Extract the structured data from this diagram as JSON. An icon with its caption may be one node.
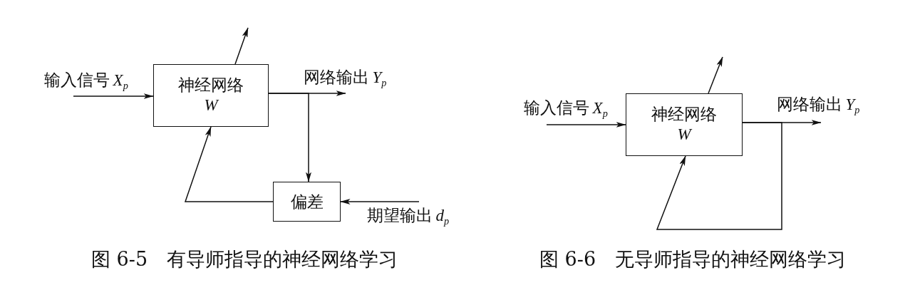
{
  "diagram": {
    "nodes": [
      {
        "text": [
          "神经网络",
          "W"
        ]
      },
      {
        "text": [
          "偏差"
        ]
      },
      {
        "text": [
          "神经网络",
          "W"
        ]
      }
    ],
    "edges": [
      {
        "from": null,
        "to": 0,
        "arrow": "to",
        "label": "输入信号 *X*$_{p}$"
      },
      {
        "from": 0,
        "to": null,
        "arrow": "to"
      },
      {
        "from": 0,
        "to": null,
        "arrow": "to",
        "label": "网络输出 *Y*$_{p}$"
      },
      {
        "from": 0,
        "to": 1,
        "arrow": "to"
      },
      {
        "from": null,
        "to": 1,
        "arrow": "to",
        "label": "期望输出 *d*$_{p}$"
      },
      {
        "from": 1,
        "to": 0,
        "arrow": "to"
      },
      {
        "from": null,
        "to": 2,
        "arrow": "to",
        "label": "输入信号 *X*$_{p}$"
      },
      {
        "from": 2,
        "to": null,
        "arrow": "to"
      },
      {
        "from": 2,
        "to": null,
        "arrow": "to",
        "label": "网络输出 *Y*$_{p}$"
      },
      {
        "from": 2,
        "to": 2,
        "arrow": "to"
      }
    ],
    "labels": [
      "图 6-5　有导师指导的神经网络学习",
      "图 6-6　无导师指导的神经网络学习"
    ]
  }
}
